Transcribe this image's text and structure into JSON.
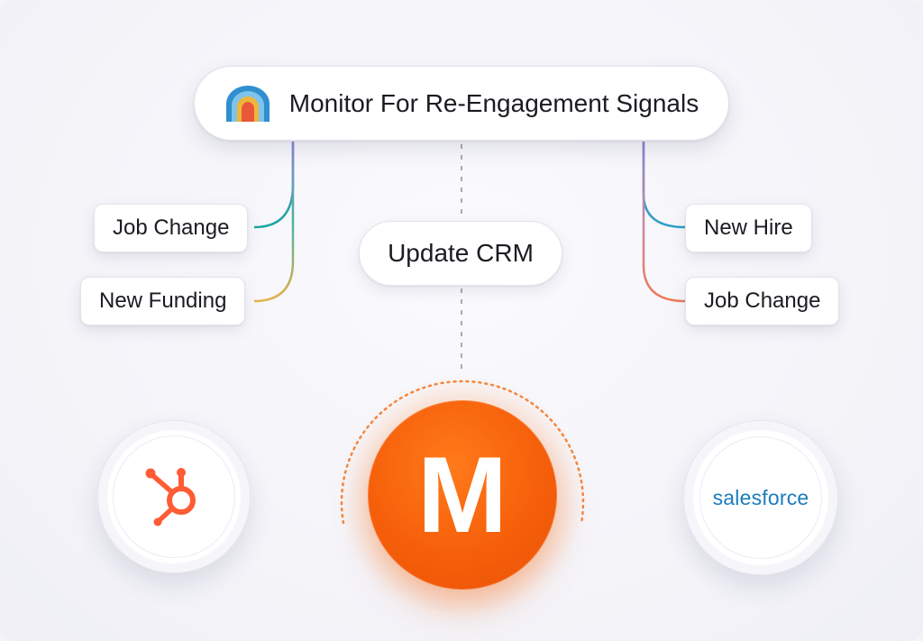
{
  "header": {
    "title": "Monitor For Re-Engagement Signals",
    "logo_icon": "arch-logo-icon"
  },
  "center": {
    "action_label": "Update CRM",
    "logo_letter": "M",
    "logo_color": "#f65f0a"
  },
  "left_branch": {
    "signals": [
      "Job Change",
      "New Funding"
    ],
    "integration": "hubspot-logo-icon",
    "integration_color": "#ff5c35"
  },
  "right_branch": {
    "signals": [
      "New Hire",
      "Job Change"
    ],
    "integration_label": "salesforce",
    "integration_color": "#1b7cbf"
  }
}
